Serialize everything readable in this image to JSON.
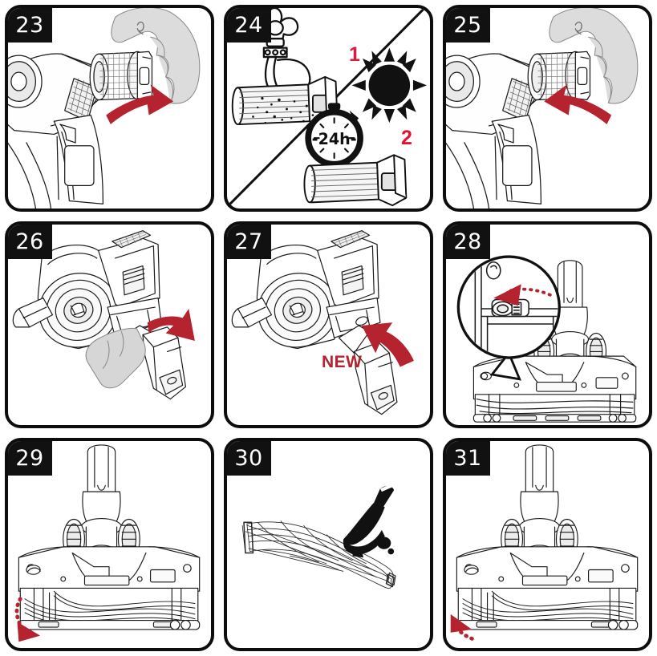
{
  "document": {
    "type": "instruction-manual-diagram",
    "subject": "cordless stick vacuum cleaner maintenance",
    "grid": {
      "columns": 3,
      "rows": 3
    },
    "colors": {
      "panel_border": "#0d0d0d",
      "badge_bg": "#111111",
      "badge_text": "#ffffff",
      "arrow_red": "#B5232E",
      "label_red": "#D81B3F",
      "background": "#ffffff",
      "line_art": "#1a1a1a",
      "shade_grey": "#d9d9d9"
    }
  },
  "panels": [
    {
      "number": "23",
      "name": "remove-filter",
      "icons": [
        "hand-icon",
        "filter-cartridge-icon",
        "vacuum-body-icon",
        "arrow-right-icon"
      ],
      "arrow": {
        "direction": "right",
        "style": "solid",
        "color": "#B5232E"
      },
      "labels": []
    },
    {
      "number": "24",
      "name": "wash-and-dry-filter",
      "icons": [
        "faucet-icon",
        "filter-cartridge-icon",
        "water-droplets-icon",
        "sun-icon",
        "stopwatch-icon",
        "diagonal-divider-icon"
      ],
      "arrow": null,
      "labels": [
        {
          "name": "step-1-label",
          "text": "1",
          "color": "#D81B3F"
        },
        {
          "name": "step-2-label",
          "text": "2",
          "color": "#E8112D"
        },
        {
          "name": "stopwatch-duration-label",
          "text": "-24h-",
          "color": "#111111"
        }
      ]
    },
    {
      "number": "25",
      "name": "refit-filter",
      "icons": [
        "hand-icon",
        "filter-cartridge-icon",
        "vacuum-body-icon",
        "arrow-left-icon"
      ],
      "arrow": {
        "direction": "left",
        "style": "solid",
        "color": "#B5232E"
      },
      "labels": []
    },
    {
      "number": "26",
      "name": "remove-battery-pack",
      "icons": [
        "hand-icon",
        "vacuum-body-icon",
        "battery-pack-icon",
        "arrow-down-right-icon"
      ],
      "arrow": {
        "direction": "down-right",
        "style": "solid",
        "color": "#B5232E"
      },
      "labels": []
    },
    {
      "number": "27",
      "name": "install-new-battery-pack",
      "icons": [
        "vacuum-body-icon",
        "battery-pack-icon",
        "arrow-up-right-icon"
      ],
      "arrow": {
        "direction": "up-right",
        "style": "solid",
        "color": "#B5232E"
      },
      "labels": [
        {
          "name": "new-part-label",
          "text": "NEW",
          "color": "#B5232E"
        }
      ]
    },
    {
      "number": "28",
      "name": "unlock-brush-bar-latch",
      "icons": [
        "floor-head-icon",
        "magnifier-callout-icon",
        "latch-icon",
        "rotation-arrow-icon"
      ],
      "arrow": {
        "direction": "rotate-left",
        "style": "dotted",
        "color": "#B5232E"
      },
      "labels": []
    },
    {
      "number": "29",
      "name": "release-brush-bar",
      "icons": [
        "floor-head-icon",
        "brush-bar-icon",
        "curved-arrow-down-left-icon"
      ],
      "arrow": {
        "direction": "down-left",
        "style": "dotted",
        "color": "#B5232E"
      },
      "labels": []
    },
    {
      "number": "30",
      "name": "clean-brush-bar",
      "icons": [
        "brush-bar-icon",
        "cleaning-brush-icon"
      ],
      "arrow": null,
      "labels": []
    },
    {
      "number": "31",
      "name": "refit-brush-bar",
      "icons": [
        "floor-head-icon",
        "brush-bar-icon",
        "curved-arrow-up-left-icon"
      ],
      "arrow": {
        "direction": "up-left",
        "style": "dotted",
        "color": "#B5232E"
      },
      "labels": []
    }
  ]
}
